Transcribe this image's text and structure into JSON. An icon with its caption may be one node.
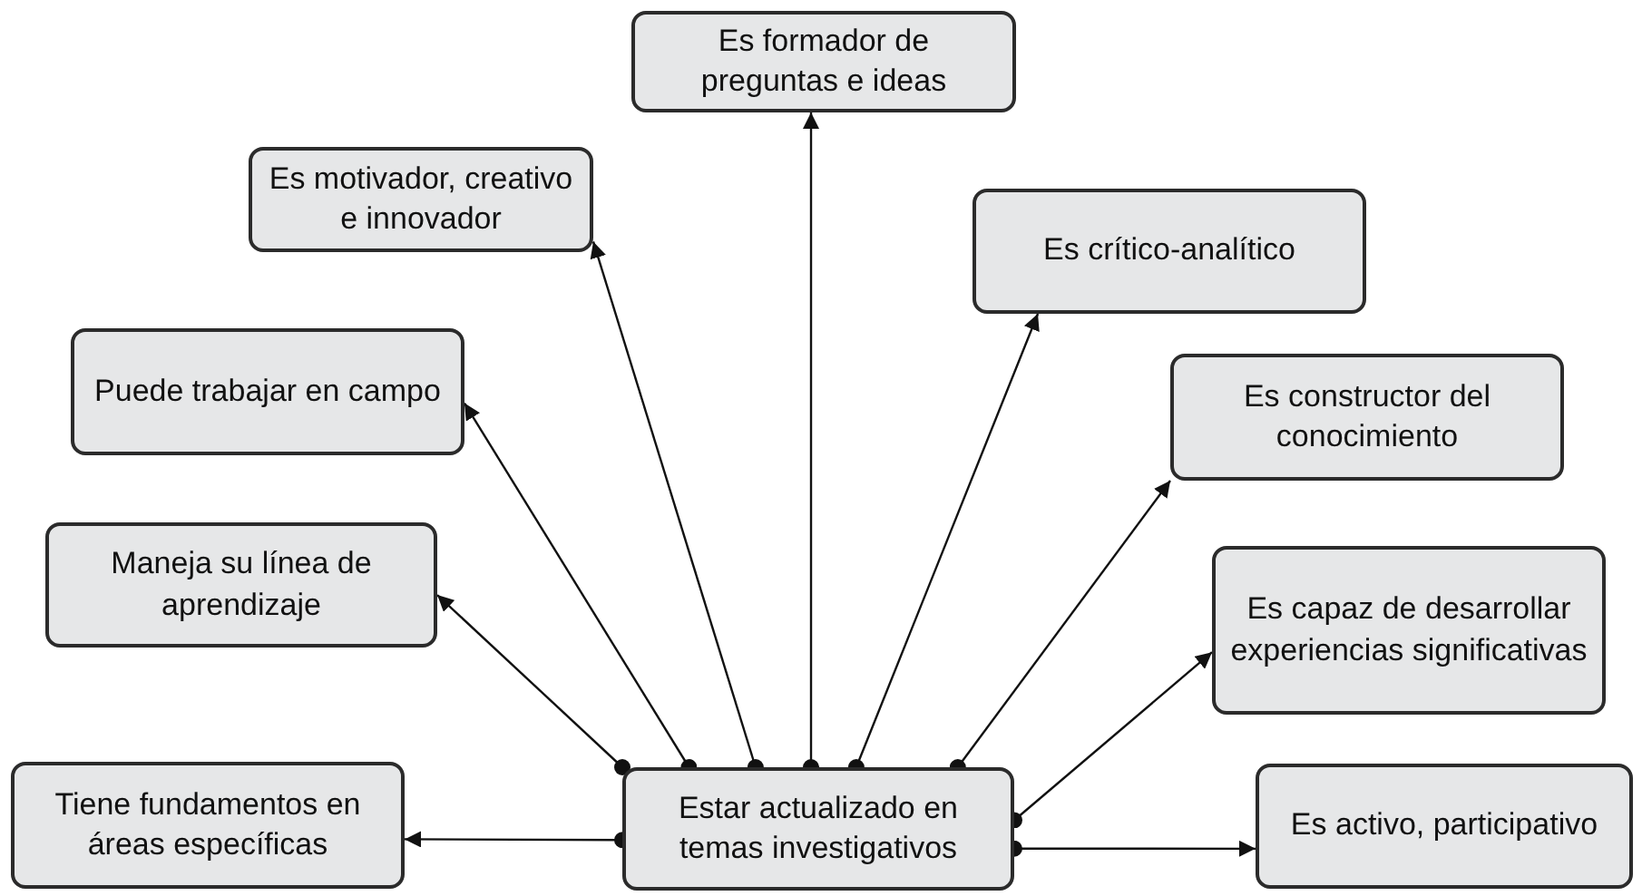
{
  "diagram": {
    "nodes": [
      {
        "text": [
          "Es formador de preguntas e ideas"
        ]
      },
      {
        "text": [
          "Es motivador, creativo e innovador"
        ]
      },
      {
        "text": [
          "Es crítico-analítico"
        ]
      },
      {
        "text": [
          "Puede trabajar en campo"
        ]
      },
      {
        "text": [
          "Es constructor del conocimiento"
        ]
      },
      {
        "text": [
          "Maneja su línea de aprendizaje"
        ]
      },
      {
        "text": [
          "Es capaz de desarrollar experiencias significativas"
        ]
      },
      {
        "text": [
          "Tiene fundamentos en áreas específicas"
        ]
      },
      {
        "text": [
          "Estar actualizado en temas investigativos"
        ]
      },
      {
        "text": [
          "Es activo, participativo"
        ]
      }
    ],
    "edges": [
      {
        "from": 8,
        "to": 5,
        "arrow": "to"
      },
      {
        "from": 8,
        "to": 3,
        "arrow": "to"
      },
      {
        "from": 8,
        "to": 1,
        "arrow": "to"
      },
      {
        "from": 8,
        "to": 0,
        "arrow": "to"
      },
      {
        "from": 8,
        "to": 2,
        "arrow": "to"
      },
      {
        "from": 8,
        "to": 4,
        "arrow": "to"
      },
      {
        "from": 8,
        "to": 6,
        "arrow": "to"
      },
      {
        "from": 8,
        "to": 9,
        "arrow": "to"
      },
      {
        "from": 8,
        "to": 7,
        "arrow": "to"
      }
    ]
  }
}
